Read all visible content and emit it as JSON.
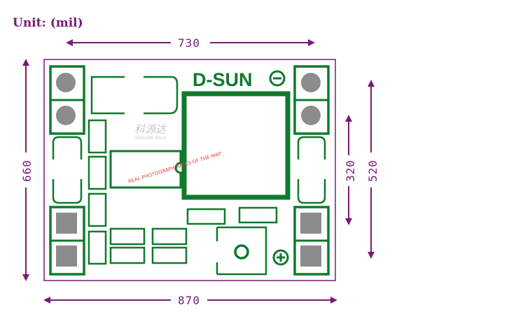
{
  "unit_label": "Unit: (mil)",
  "brand": "D-SUN",
  "watermark": {
    "store_cn": "科源达",
    "store_en": "kedu168 Store",
    "photo_note": "REAL PHOTOGRAPH RATES OF THE MAP"
  },
  "dimensions": {
    "top_width": "730",
    "bottom_width": "870",
    "left_height": "660",
    "right_inner": "320",
    "right_outer": "520"
  },
  "colors": {
    "dimension": "#7a1a78",
    "trace": "#0e7a2c",
    "pad_gray": "#8c8c8c",
    "board_outline": "#7a1a78",
    "watermark_red": "#e0443a"
  }
}
